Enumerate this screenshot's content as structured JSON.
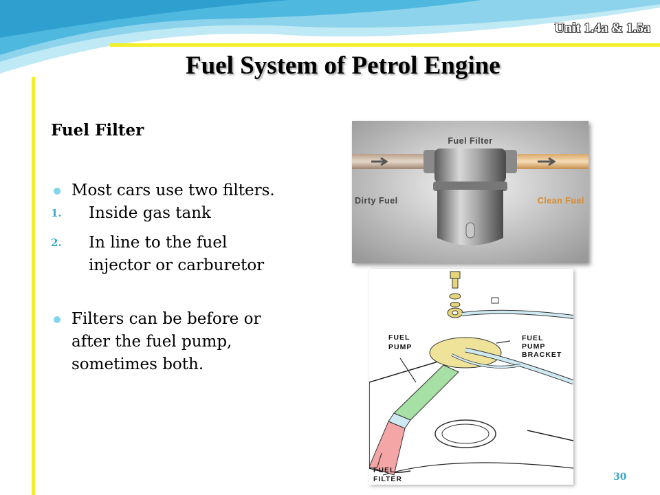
{
  "header": {
    "unit_label": "Unit 1.4a & 1.5a",
    "title": "Fuel System of Petrol Engine"
  },
  "main": {
    "subtitle": "Fuel Filter",
    "bullet1": "Most cars use two filters.",
    "items": [
      {
        "num": "1.",
        "text": "Inside gas tank"
      },
      {
        "num": "2.",
        "text": "In line to the fuel",
        "text2": "injector or carburetor"
      }
    ],
    "bullet2_line1": "Filters can be before or",
    "bullet2_line2": "after the fuel pump,",
    "bullet2_line3": "sometimes both."
  },
  "photo": {
    "label_top": "Fuel Filter",
    "label_left": "Dirty Fuel",
    "label_right": "Clean Fuel"
  },
  "diagram": {
    "pump_1": "FUEL",
    "pump_2": "PUMP",
    "bracket_1": "FUEL",
    "bracket_2": "PUMP",
    "bracket_3": "BRACKET",
    "filter_1": "FUEL",
    "filter_2": "FILTER"
  },
  "footer": {
    "page_number": "30"
  },
  "colors": {
    "accent_yellow": "#f2ef2a",
    "bullet": "#7fd5ea",
    "number": "#3aa6c9"
  }
}
